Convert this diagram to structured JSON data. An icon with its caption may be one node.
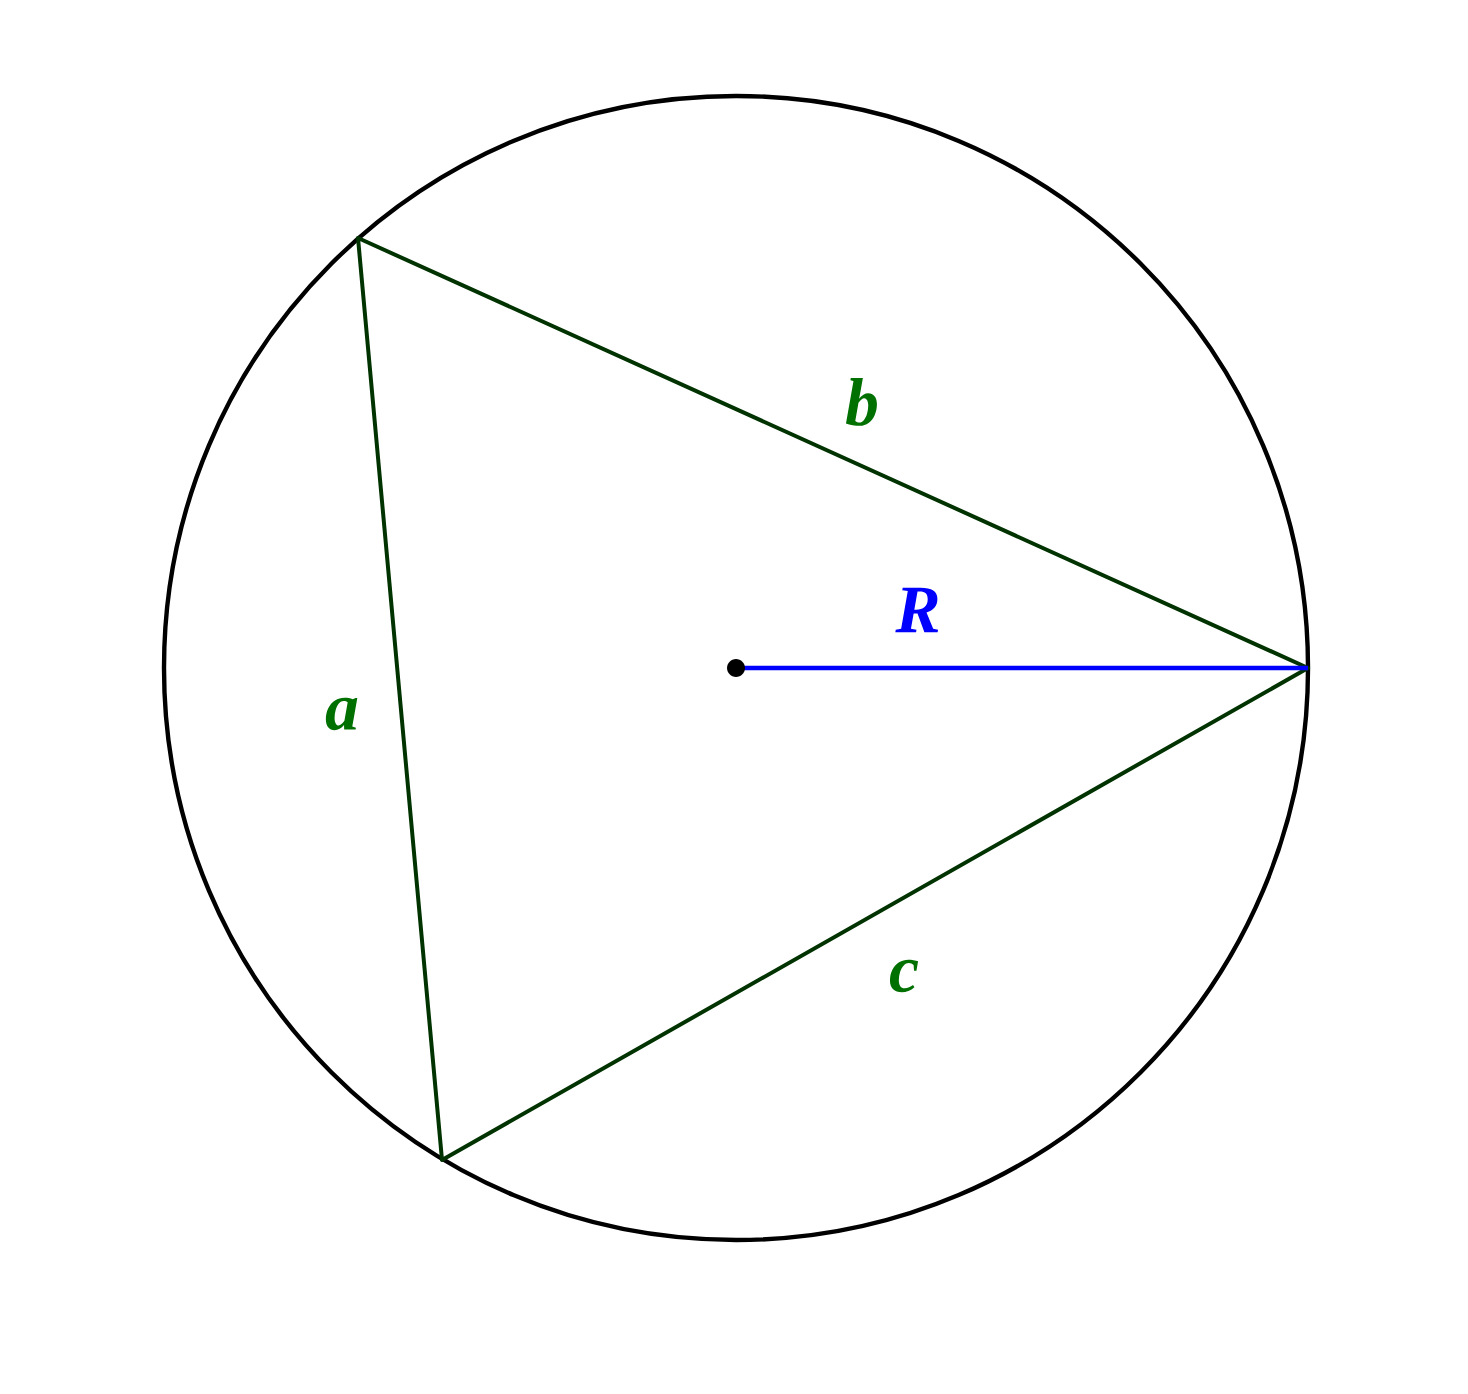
{
  "diagram": {
    "labels": [
      "b",
      "R",
      "a",
      "c"
    ]
  }
}
